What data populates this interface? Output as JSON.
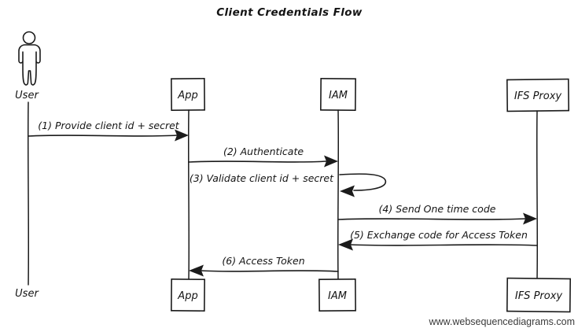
{
  "diagram": {
    "title": "Client Credentials Flow",
    "watermark": "www.websequencediagrams.com",
    "actors": {
      "user": "User",
      "app": "App",
      "iam": "IAM",
      "ifs_proxy": "IFS Proxy"
    },
    "messages": [
      {
        "label": "(1) Provide client id + secret",
        "from": "User",
        "to": "App",
        "self": false
      },
      {
        "label": "(2) Authenticate",
        "from": "App",
        "to": "IAM",
        "self": false
      },
      {
        "label": "(3) Validate client id + secret",
        "from": "IAM",
        "to": "IAM",
        "self": true
      },
      {
        "label": "(4) Send One time code",
        "from": "IAM",
        "to": "IFS Proxy",
        "self": false
      },
      {
        "label": "(5) Exchange code for Access Token",
        "from": "IFS Proxy",
        "to": "IAM",
        "self": false
      },
      {
        "label": "(6) Access Token",
        "from": "IAM",
        "to": "App",
        "self": false
      }
    ],
    "colors": {
      "stroke": "#1b1b1b",
      "background": "#ffffff",
      "watermark": "#3a3a3a"
    }
  }
}
